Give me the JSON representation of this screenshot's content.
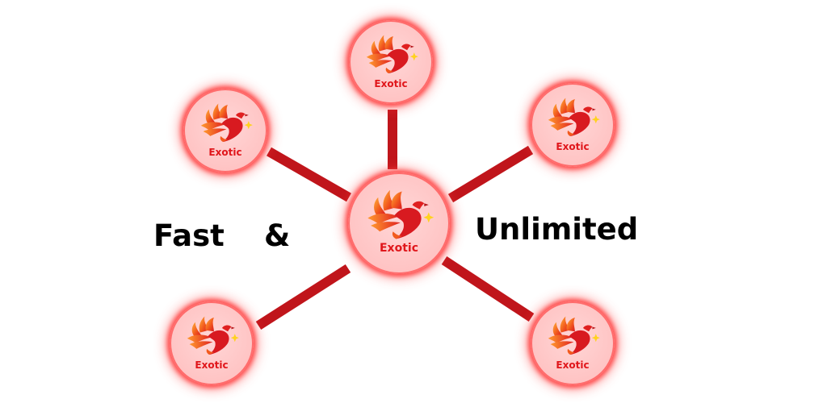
{
  "diagram": {
    "center": {
      "label": "Exotic"
    },
    "satellites": [
      {
        "label": "Exotic"
      },
      {
        "label": "Exotic"
      },
      {
        "label": "Exotic"
      },
      {
        "label": "Exotic"
      },
      {
        "label": "Exotic"
      }
    ],
    "tagline": {
      "left": "Fast",
      "ampersand": "&",
      "right": "Unlimited"
    },
    "colors": {
      "connector": "#c0151b",
      "node_fill": "#ffc4c4",
      "node_glow": "#ff4d4d",
      "label": "#e0161b",
      "logo_flame_dark": "#e02020",
      "logo_flame_light": "#ff9a2e",
      "sparkle": "#ffd21f"
    },
    "icon": "phoenix-logo-icon"
  }
}
